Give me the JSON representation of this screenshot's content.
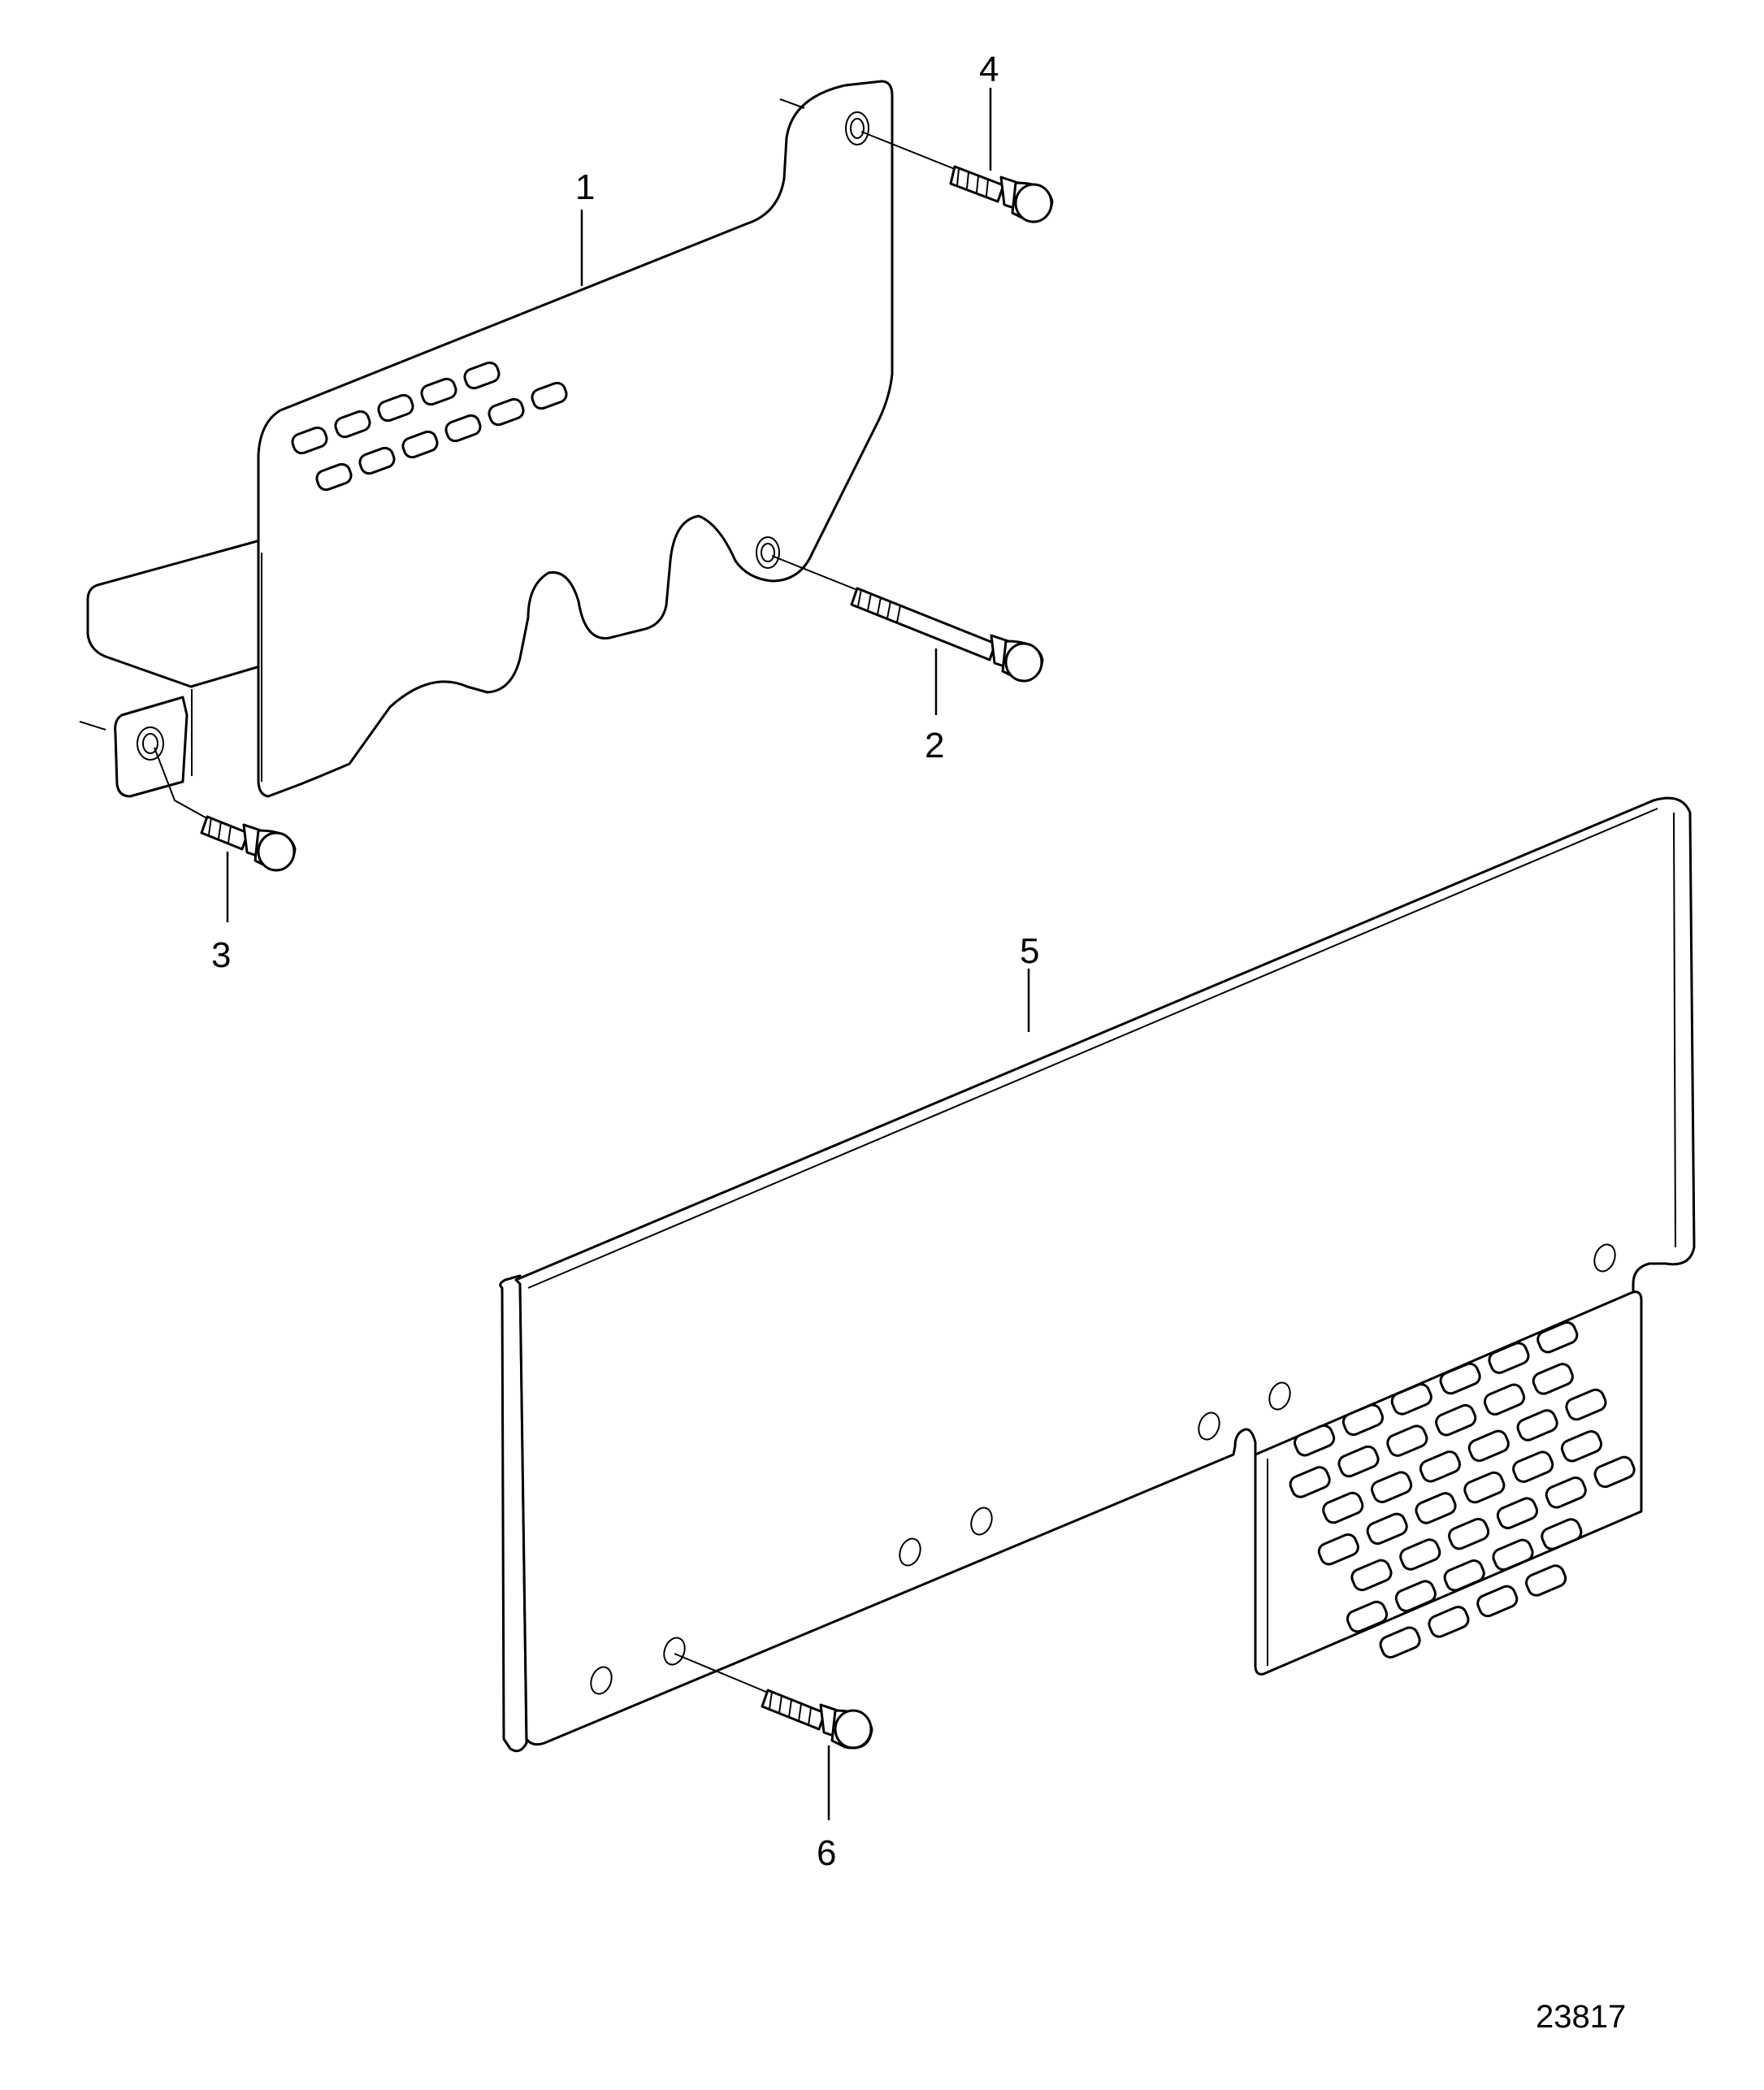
{
  "callouts": [
    {
      "id": "1",
      "label": "1"
    },
    {
      "id": "2",
      "label": "2"
    },
    {
      "id": "3",
      "label": "3"
    },
    {
      "id": "4",
      "label": "4"
    },
    {
      "id": "5",
      "label": "5"
    },
    {
      "id": "6",
      "label": "6"
    }
  ],
  "reference_number": "23817"
}
